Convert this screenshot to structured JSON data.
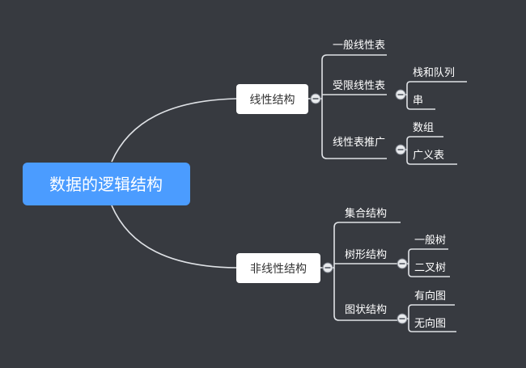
{
  "root": {
    "label": "数据的逻辑结构"
  },
  "branches": [
    {
      "label": "线性结构",
      "children": [
        {
          "label": "一般线性表",
          "children": []
        },
        {
          "label": "受限线性表",
          "children": [
            {
              "label": "栈和队列"
            },
            {
              "label": "串"
            }
          ]
        },
        {
          "label": "线性表推广",
          "children": [
            {
              "label": "数组"
            },
            {
              "label": "广义表"
            }
          ]
        }
      ]
    },
    {
      "label": "非线性结构",
      "children": [
        {
          "label": "集合结构",
          "children": []
        },
        {
          "label": "树形结构",
          "children": [
            {
              "label": "一般树"
            },
            {
              "label": "二叉树"
            }
          ]
        },
        {
          "label": "图状结构",
          "children": [
            {
              "label": "有向图"
            },
            {
              "label": "无向图"
            }
          ]
        }
      ]
    }
  ],
  "colors": {
    "background": "#373a40",
    "root_fill": "#4b9cff",
    "main_fill": "#ffffff",
    "line": "#dfe2e6"
  },
  "icons": {
    "collapse": "collapse-minus-icon"
  }
}
